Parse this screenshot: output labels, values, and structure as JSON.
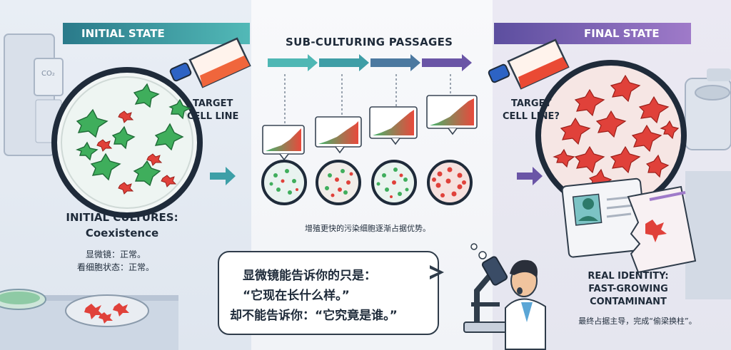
{
  "header": {
    "initial_state": "INITIAL STATE",
    "passages": "SUB-CULTURING PASSAGES",
    "final_state": "FINAL STATE"
  },
  "left_panel": {
    "flask_label_line1": "TARGET",
    "flask_label_line2": "CELL LINE",
    "cultures_title": "INITIAL CULTURES:",
    "cultures_subtitle": "Coexistence",
    "note_line1": "显微镜：正常。",
    "note_line2": "看细胞状态：正常。",
    "co2_label": "CO₂"
  },
  "middle_panel": {
    "caption": "增殖更快的污染细胞逐渐占据优势。",
    "speech": {
      "line1": "显微镜能告诉你的只是：",
      "line2": "“它现在长什么样。”",
      "line3": "却不能告诉你：“它究竟是谁。”"
    }
  },
  "right_panel": {
    "flask_label_line1": "TARGET",
    "flask_label_line2": "CELL LINE?",
    "identity_line1": "REAL IDENTITY:",
    "identity_line2": "FAST-GROWING",
    "identity_line3": "CONTAMINANT",
    "note": "最终占据主导，完成“偷梁换柱”。"
  },
  "colors": {
    "teal": "#2a7a8a",
    "purple": "#5c4e9f",
    "green_cell": "#3fae5c",
    "red_cell": "#e0413a",
    "flask_liquid": "#f0663c"
  },
  "icons": [
    "incubator-icon",
    "flask-icon",
    "petri-dish-icon",
    "growth-chart-icon",
    "microscope-icon",
    "scientist-icon",
    "id-card-icon",
    "centrifuge-icon",
    "arrow-icon"
  ]
}
